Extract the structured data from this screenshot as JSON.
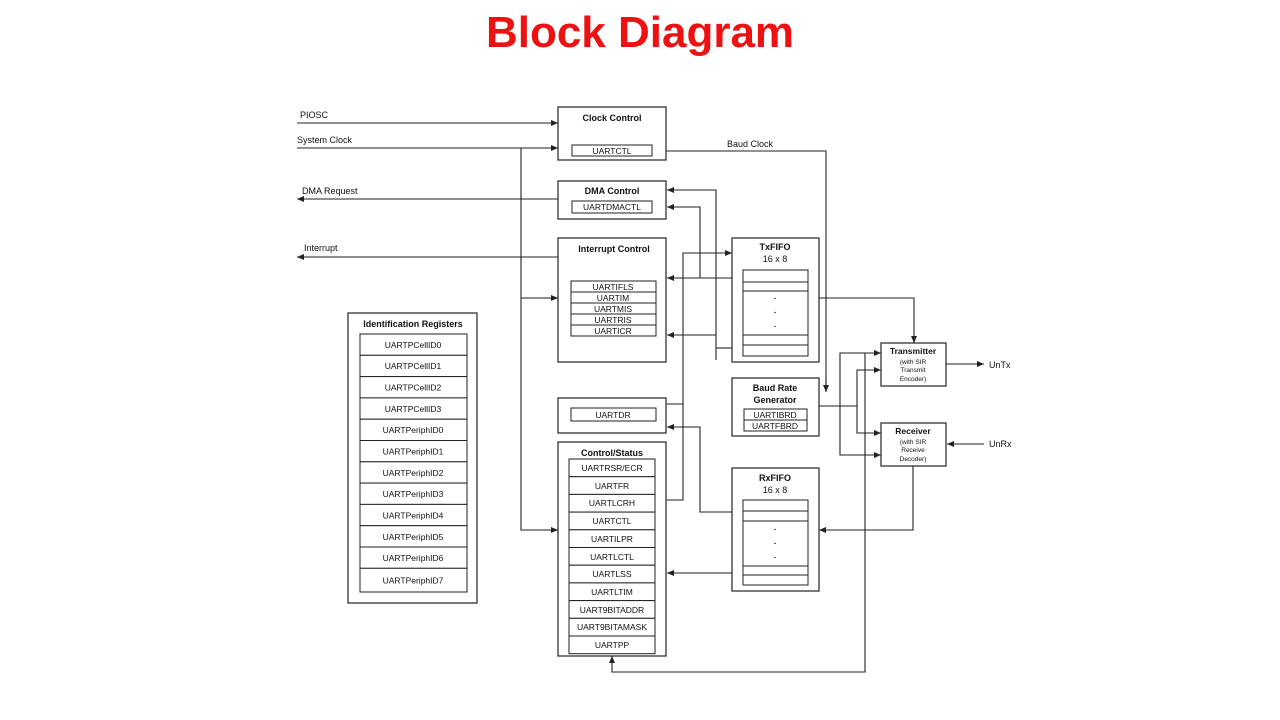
{
  "title": "Block Diagram",
  "signals": {
    "piosc": "PIOSC",
    "system_clock": "System Clock",
    "dma_request": "DMA Request",
    "interrupt": "Interrupt",
    "baud_clock": "Baud Clock",
    "untx": "UnTx",
    "unrx": "UnRx"
  },
  "clock_control": {
    "title": "Clock Control",
    "registers": [
      "UARTCTL"
    ]
  },
  "dma_control": {
    "title": "DMA Control",
    "registers": [
      "UARTDMACTL"
    ]
  },
  "interrupt_control": {
    "title": "Interrupt Control",
    "registers": [
      "UARTIFLS",
      "UARTIM",
      "UARTMIS",
      "UARTRIS",
      "UARTICR"
    ]
  },
  "data_register": {
    "registers": [
      "UARTDR"
    ]
  },
  "control_status": {
    "title": "Control/Status",
    "registers": [
      "UARTRSR/ECR",
      "UARTFR",
      "UARTLCRH",
      "UARTCTL",
      "UARTILPR",
      "UARTLCTL",
      "UARTLSS",
      "UARTLTIM",
      "UART9BITADDR",
      "UART9BITAMASK",
      "UARTPP"
    ]
  },
  "identification": {
    "title": "Identification Registers",
    "registers": [
      "UARTPCellID0",
      "UARTPCellID1",
      "UARTPCellID2",
      "UARTPCellID3",
      "UARTPeriphID0",
      "UARTPeriphID1",
      "UARTPeriphID2",
      "UARTPeriphID3",
      "UARTPeriphID4",
      "UARTPeriphID5",
      "UARTPeriphID6",
      "UARTPeriphID7"
    ]
  },
  "txfifo": {
    "title": "TxFIFO",
    "size": "16 x 8",
    "dots": [
      "-",
      "-",
      "-"
    ]
  },
  "rxfifo": {
    "title": "RxFIFO",
    "size": "16 x 8",
    "dots": [
      "-",
      "-",
      "-"
    ]
  },
  "baud_rate_generator": {
    "title_line1": "Baud Rate",
    "title_line2": "Generator",
    "registers": [
      "UARTIBRD",
      "UARTFBRD"
    ]
  },
  "transmitter": {
    "title": "Transmitter",
    "sub1": "(with SIR",
    "sub2": "Transmit",
    "sub3": "Encoder)"
  },
  "receiver": {
    "title": "Receiver",
    "sub1": "(with SIR",
    "sub2": "Receive",
    "sub3": "Decoder)"
  }
}
